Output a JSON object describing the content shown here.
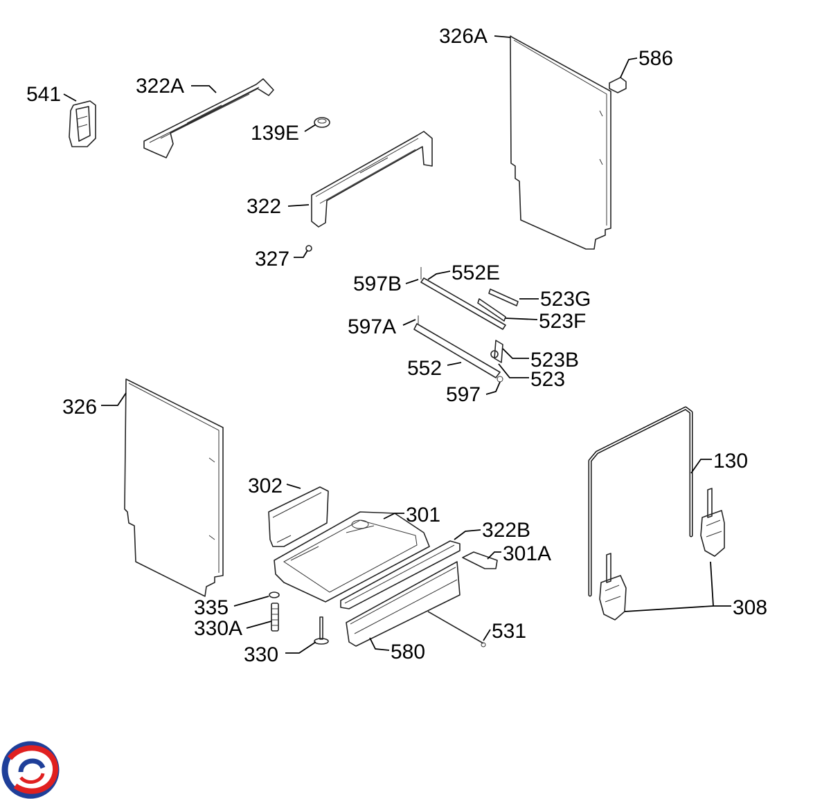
{
  "labels": {
    "p541": "541",
    "p322A": "322A",
    "p139E": "139E",
    "p326A": "326A",
    "p586": "586",
    "p322": "322",
    "p327": "327",
    "p597B": "597B",
    "p552E": "552E",
    "p523G": "523G",
    "p523F": "523F",
    "p597A": "597A",
    "p523B": "523B",
    "p552": "552",
    "p523": "523",
    "p597": "597",
    "p326": "326",
    "p130": "130",
    "p302": "302",
    "p301": "301",
    "p322B": "322B",
    "p301A": "301A",
    "p308": "308",
    "p335": "335",
    "p330A": "330A",
    "p330": "330",
    "p531": "531",
    "p580": "580"
  },
  "logo": {
    "colors": [
      "#1f3f99",
      "#e02020"
    ]
  }
}
